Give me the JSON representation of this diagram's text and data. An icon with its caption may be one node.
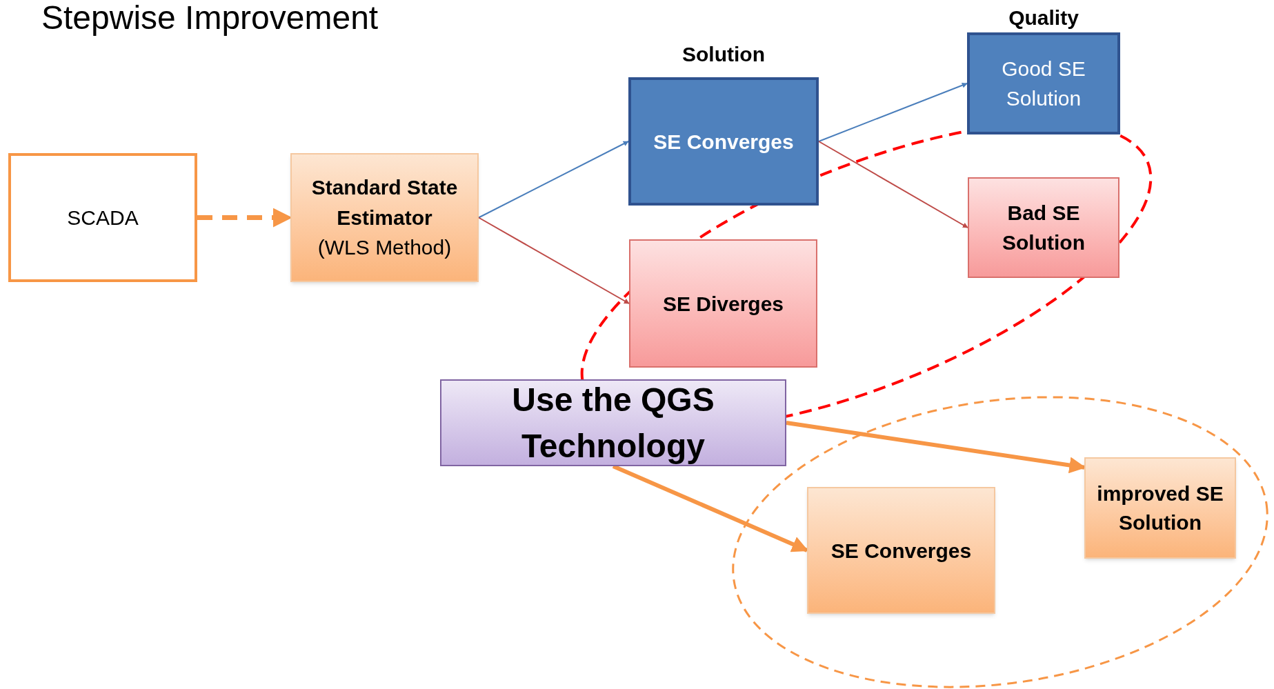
{
  "diagram": {
    "title": "Stepwise Improvement",
    "nodes": [
      {
        "text": [
          "SCADA"
        ]
      },
      {
        "text": [
          "Standard State Estimator",
          "(WLS Method)"
        ]
      },
      {
        "text": [
          "SE Converges"
        ],
        "beside": [
          "Solution"
        ]
      },
      {
        "text": [
          "Good SE Solution"
        ],
        "beside": [
          "Quality"
        ]
      },
      {
        "text": [
          "Bad SE Solution"
        ]
      },
      {
        "text": [
          "SE Diverges"
        ]
      },
      {
        "text": [
          "Use the QGS Technology"
        ]
      },
      {
        "text": [
          "SE Converges"
        ]
      },
      {
        "text": [
          "improved SE Solution"
        ]
      }
    ],
    "edges": [
      {
        "from": 0,
        "to": 1,
        "arrow": "to",
        "style": "dashed",
        "color": "#f79646"
      },
      {
        "from": 1,
        "to": 2,
        "arrow": "to",
        "color": "#4a7ebb"
      },
      {
        "from": 1,
        "to": 5,
        "arrow": "to",
        "color": "#be4b48"
      },
      {
        "from": 2,
        "to": 3,
        "arrow": "to",
        "color": "#4a7ebb"
      },
      {
        "from": 2,
        "to": 4,
        "arrow": "to",
        "color": "#be4b48"
      },
      {
        "from": 6,
        "to": 8,
        "arrow": "to",
        "style": "thick",
        "color": "#f79646"
      },
      {
        "from": 6,
        "to": 7,
        "arrow": "to",
        "style": "thick",
        "color": "#f79646"
      }
    ]
  }
}
